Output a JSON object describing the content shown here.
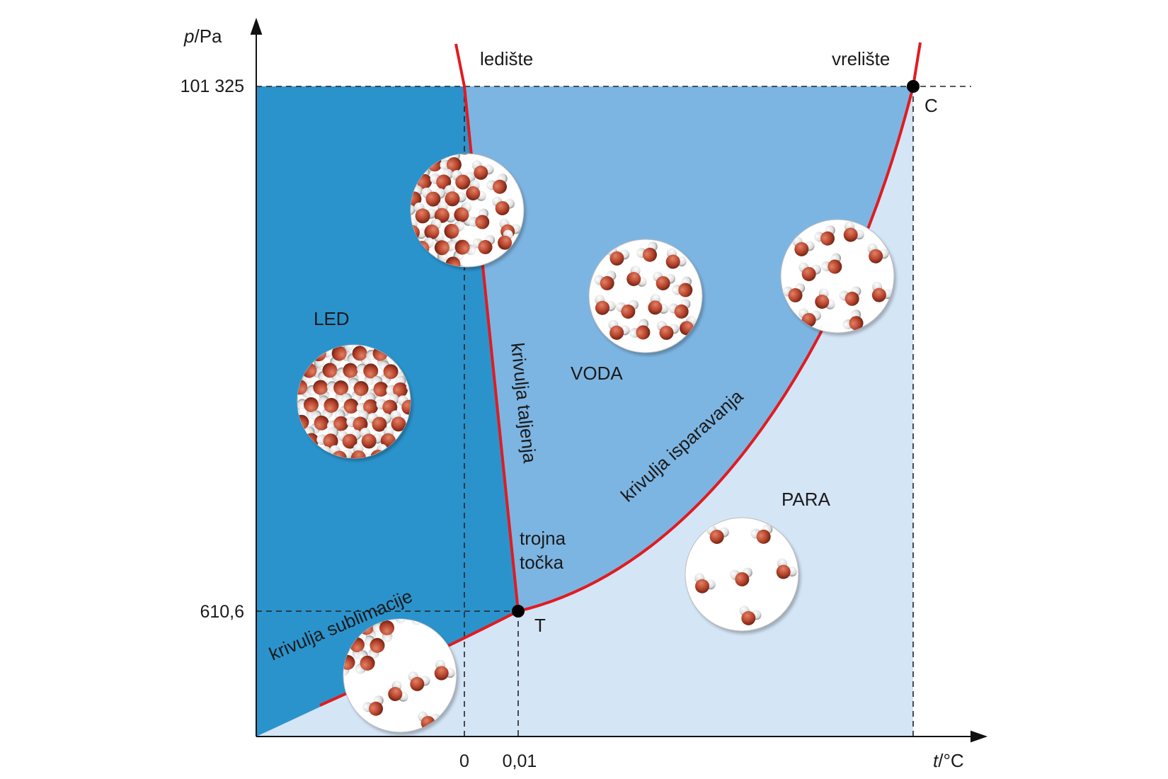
{
  "axes": {
    "y_title_var": "p",
    "y_title_unit": "/Pa",
    "x_title_var": "t",
    "x_title_unit": "/°C",
    "y_ticks": [
      "101 325",
      "610,6"
    ],
    "x_ticks": [
      "0",
      "0,01"
    ]
  },
  "regions": {
    "solid": "LED",
    "liquid": "VODA",
    "vapor": "PARA"
  },
  "curves": {
    "melting": "krivulja taljenja",
    "vaporization": "krivulja isparavanja",
    "sublimation": "krivulja sublimacije"
  },
  "points": {
    "triple_line1": "trojna",
    "triple_line2": "točka",
    "triple_marker": "T",
    "critical_marker": "C",
    "freezing_point": "ledište",
    "boiling_point": "vrelište"
  },
  "colors": {
    "solid": "#2b93cc",
    "liquid": "#7db5e2",
    "vapor": "#d4e5f6",
    "curve": "#e11b1f",
    "oxygen": "#b8442c",
    "hydrogen": "#e6e6e6"
  }
}
